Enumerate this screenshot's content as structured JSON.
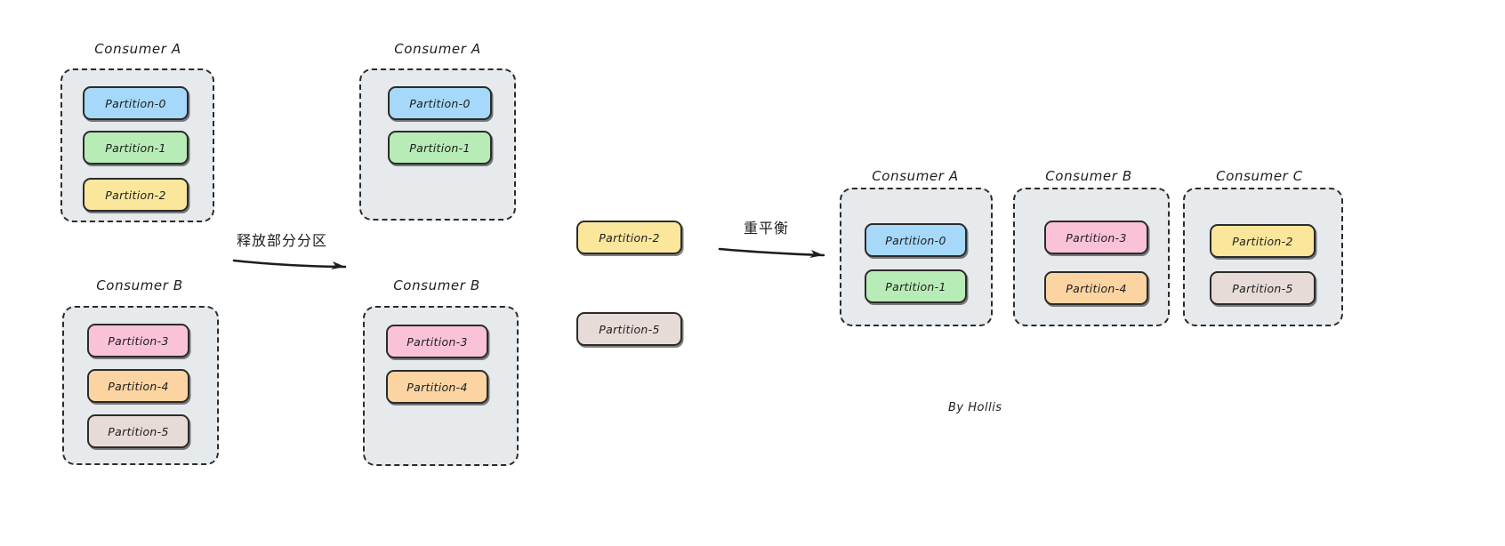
{
  "diagram": {
    "title_signature": "By Hollis",
    "palette": {
      "group_fill": "#e6eaed",
      "stroke": "#2b2b2b",
      "partition_0": "#a6d8fa",
      "partition_1": "#b7ecb6",
      "partition_2": "#fae79c",
      "partition_3": "#fac2d8",
      "partition_4": "#fbd4a2",
      "partition_5": "#e7dbd8"
    },
    "stages": [
      {
        "id": "stage-before",
        "groups": [
          {
            "id": "before-consumer-a",
            "label": "Consumer A",
            "partitions": [
              {
                "label": "Partition-0",
                "color": "#a6d8fa"
              },
              {
                "label": "Partition-1",
                "color": "#b7ecb6"
              },
              {
                "label": "Partition-2",
                "color": "#fae79c"
              }
            ]
          },
          {
            "id": "before-consumer-b",
            "label": "Consumer B",
            "partitions": [
              {
                "label": "Partition-3",
                "color": "#fac2d8"
              },
              {
                "label": "Partition-4",
                "color": "#fbd4a2"
              },
              {
                "label": "Partition-5",
                "color": "#e7dbd8"
              }
            ]
          }
        ]
      },
      {
        "id": "stage-released",
        "groups": [
          {
            "id": "released-consumer-a",
            "label": "Consumer A",
            "partitions": [
              {
                "label": "Partition-0",
                "color": "#a6d8fa"
              },
              {
                "label": "Partition-1",
                "color": "#b7ecb6"
              }
            ]
          },
          {
            "id": "released-consumer-b",
            "label": "Consumer B",
            "partitions": [
              {
                "label": "Partition-3",
                "color": "#fac2d8"
              },
              {
                "label": "Partition-4",
                "color": "#fbd4a2"
              }
            ]
          }
        ],
        "free_partitions": [
          {
            "label": "Partition-2",
            "color": "#fae79c"
          },
          {
            "label": "Partition-5",
            "color": "#e7dbd8"
          }
        ]
      },
      {
        "id": "stage-after",
        "groups": [
          {
            "id": "after-consumer-a",
            "label": "Consumer A",
            "partitions": [
              {
                "label": "Partition-0",
                "color": "#a6d8fa"
              },
              {
                "label": "Partition-1",
                "color": "#b7ecb6"
              }
            ]
          },
          {
            "id": "after-consumer-b",
            "label": "Consumer B",
            "partitions": [
              {
                "label": "Partition-3",
                "color": "#fac2d8"
              },
              {
                "label": "Partition-4",
                "color": "#fbd4a2"
              }
            ]
          },
          {
            "id": "after-consumer-c",
            "label": "Consumer C",
            "partitions": [
              {
                "label": "Partition-2",
                "color": "#fae79c"
              },
              {
                "label": "Partition-5",
                "color": "#e7dbd8"
              }
            ]
          }
        ]
      }
    ],
    "arrows": [
      {
        "id": "arrow-release",
        "label": "释放部分分区"
      },
      {
        "id": "arrow-rebalance",
        "label": "重平衡"
      }
    ]
  }
}
